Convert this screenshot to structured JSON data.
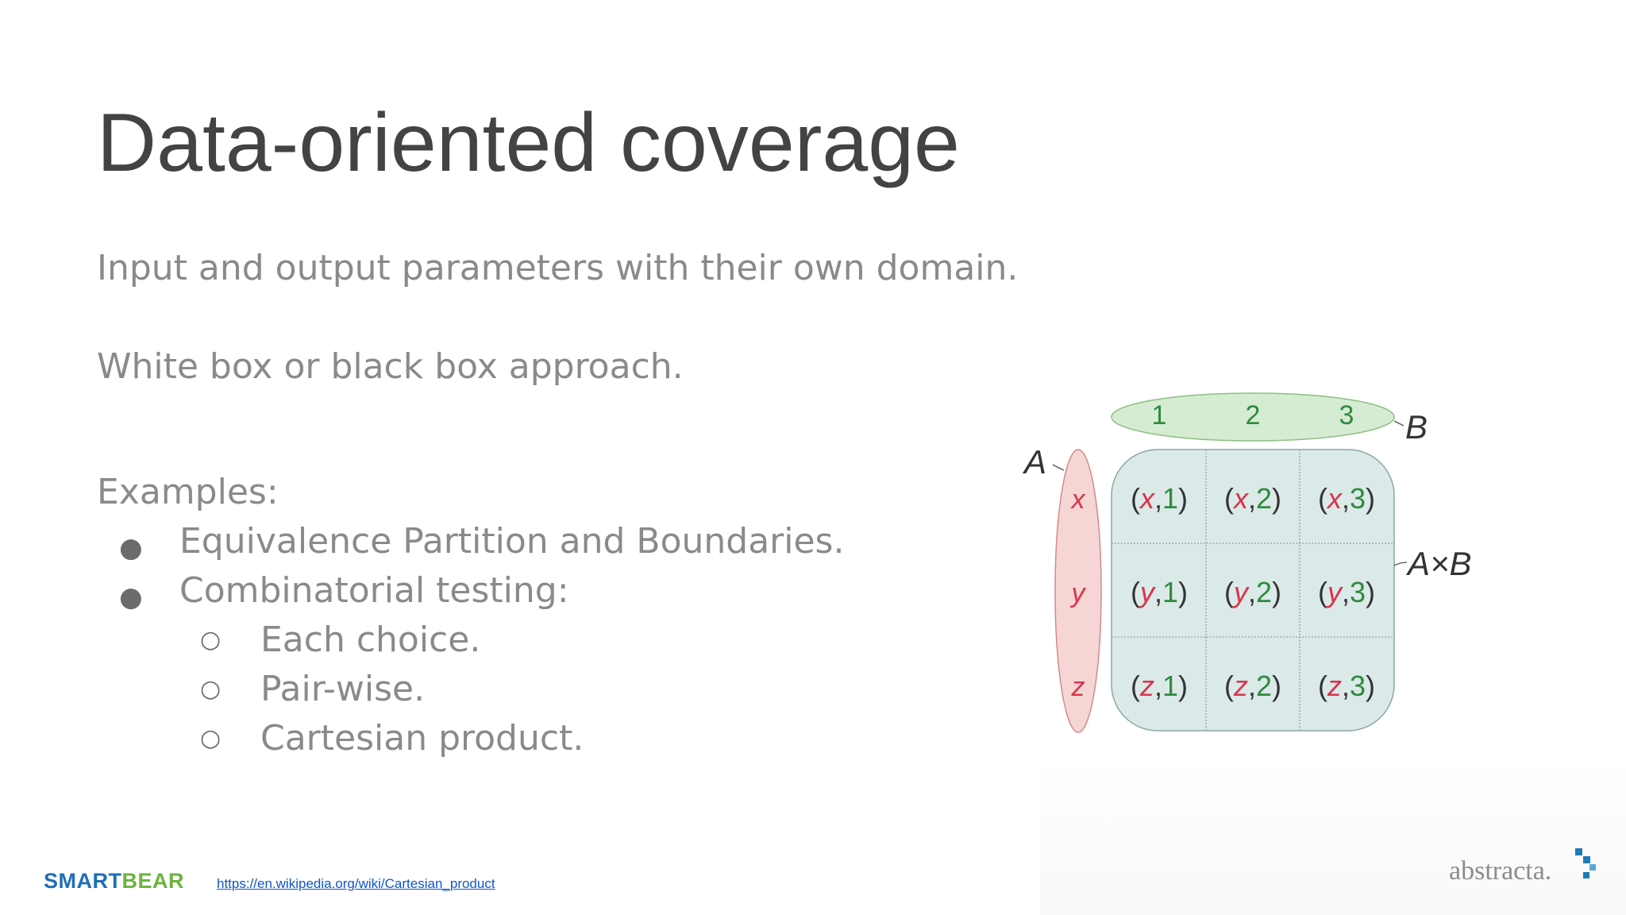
{
  "slide": {
    "title": "Data-oriented coverage",
    "paragraph_1": "Input and output parameters with their own domain.",
    "paragraph_2": "White box or black box approach.",
    "examples_heading": "Examples:",
    "bullets": [
      {
        "text": "Equivalence Partition and Boundaries.",
        "marker": "●"
      },
      {
        "text": "Combinatorial testing:",
        "marker": "●",
        "sub_items": [
          {
            "text": "Each choice.",
            "marker": "○"
          },
          {
            "text": "Pair-wise.",
            "marker": "○"
          },
          {
            "text": "Cartesian product.",
            "marker": "○"
          }
        ]
      }
    ]
  },
  "diagram": {
    "set_a_label": "A",
    "set_b_label": "B",
    "product_label": "A×B",
    "set_a": [
      "x",
      "y",
      "z"
    ],
    "set_b": [
      "1",
      "2",
      "3"
    ],
    "colors": {
      "a_fill": "#f6d5d5",
      "a_stroke": "#d48a8a",
      "a_text": "#d9344a",
      "b_fill": "#d6ecd2",
      "b_stroke": "#8cbf83",
      "b_text": "#2e8b3e",
      "grid_fill": "#dbe9e8",
      "grid_stroke": "#8ba7a6",
      "paren": "#333333"
    }
  },
  "footer": {
    "brand_part1": "SMART",
    "brand_part2": "BEAR",
    "source_link": "https://en.wikipedia.org/wiki/Cartesian_product",
    "partner_logo": "abstracta."
  },
  "colors": {
    "title": "#434343",
    "body_text": "#8a8a8a",
    "smartbear_blue": "#1f6fb5",
    "smartbear_green": "#6cb33e"
  }
}
